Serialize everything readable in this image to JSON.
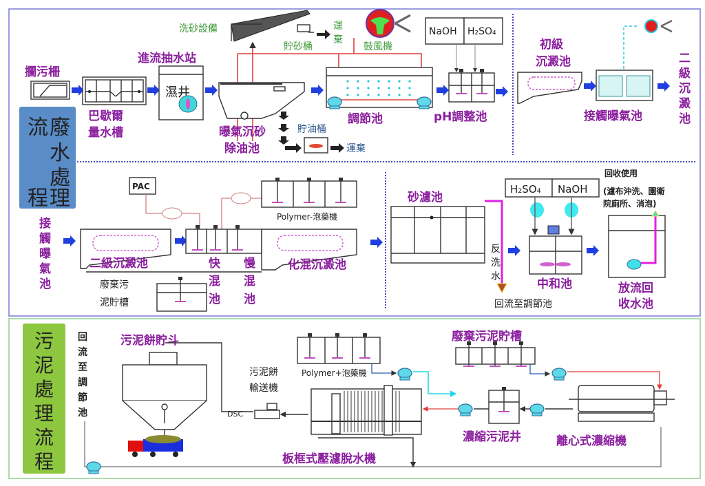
{
  "wastewater_section": {
    "title_chars": [
      "流",
      "廢",
      "水",
      "處",
      "程",
      "理"
    ],
    "title": "廢水處理流程",
    "badge_color": "#5a8cc8",
    "row1": {
      "screen": "攔污柵",
      "parshall_1": "巴歇爾",
      "parshall_2": "量水槽",
      "pump_station": "進流抽水站",
      "wet_well": "濕井",
      "grit_washer": "洗砂設備",
      "sand_bucket": "貯砂桶",
      "haul_1": "運",
      "haul_2": "棄",
      "blower": "鼓風機",
      "grit_chamber_1": "曝氣沉砂",
      "grit_chamber_2": "除油池",
      "oil_bucket": "貯油桶",
      "oil_haul": "運棄",
      "equalization": "調節池",
      "naoh": "NaOH",
      "h2so4": "H₂SO₄",
      "ph_tank": "pH調整池",
      "primary_1": "初級",
      "primary_2": "沉澱池",
      "contact_aeration": "接觸曝氣池",
      "secondary_v": [
        "二",
        "級",
        "沉",
        "澱",
        "池"
      ]
    },
    "row2": {
      "contact_v": [
        "接",
        "觸",
        "曝",
        "氣",
        "池"
      ],
      "pac": "PAC",
      "polymer": "Polymer-泡藥機",
      "secondary_clarifier": "二級沉澱池",
      "rapid_mix_v": [
        "快",
        "混",
        "池"
      ],
      "slow_mix_v": [
        "慢",
        "混",
        "池"
      ],
      "chem_clarifier": "化混沉澱池",
      "sludge_tank_1": "廢棄污",
      "sludge_tank_2": "泥貯槽",
      "sand_filter": "砂濾池",
      "backwash_v": [
        "反",
        "洗",
        "水"
      ],
      "return_eq": "回流至調節池",
      "h2so4": "H₂SO₄",
      "naoh": "NaOH",
      "neutralization": "中和池",
      "reuse_1": "回收使用",
      "reuse_2": "(濾布沖洗、園衛",
      "reuse_3": "院廁所、消泡)",
      "effluent_1": "放流回",
      "effluent_2": "收水池"
    }
  },
  "sludge_section": {
    "title_v": [
      "污",
      "泥",
      "處",
      "理",
      "流",
      "程"
    ],
    "badge_color": "#8dc63f",
    "return_v": [
      "回",
      "流",
      "至",
      "調",
      "節",
      "池"
    ],
    "hopper": "污泥餅貯斗",
    "conveyor_1": "污泥餅",
    "conveyor_2": "輸送機",
    "dsc": "DSC",
    "polymer": "Polymer+泡藥機",
    "waste_sludge_tank": "廢棄污泥貯槽",
    "filter_press": "板框式壓濾脫水機",
    "thickening_well": "濃縮污泥井",
    "centrifuge": "離心式濃縮機"
  }
}
